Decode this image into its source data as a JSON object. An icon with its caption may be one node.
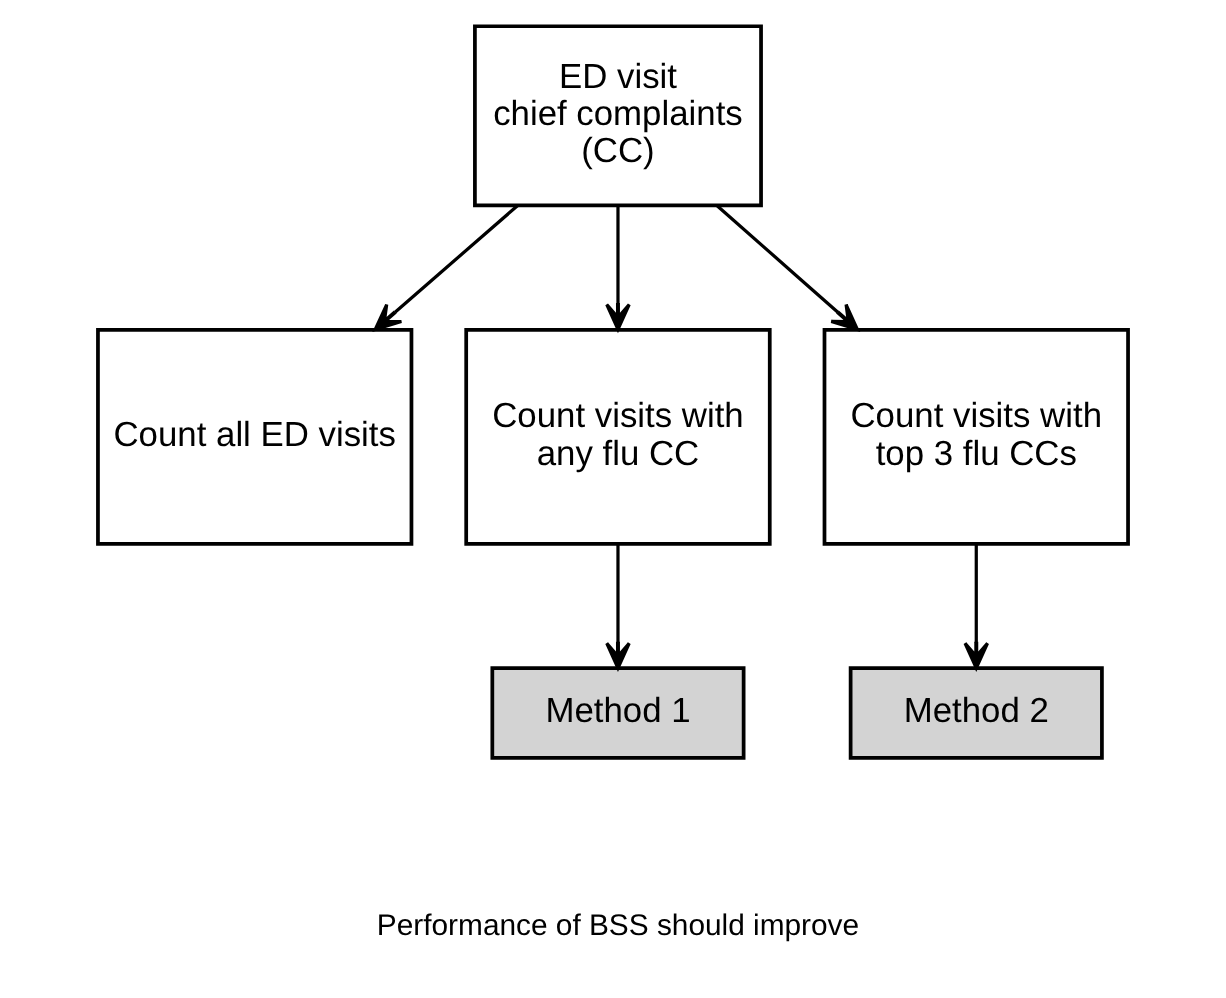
{
  "diagram": {
    "nodes": [
      {
        "text": [
          "ED visit chief complaints (CC)"
        ]
      },
      {
        "text": [
          "Count all ED visits"
        ]
      },
      {
        "text": [
          "Count visits with any flu CC"
        ]
      },
      {
        "text": [
          "Count visits with top 3 flu CCs"
        ]
      },
      {
        "text": [
          "Method 1"
        ]
      },
      {
        "text": [
          "Method 2"
        ]
      }
    ],
    "edges": [
      {
        "from": 0,
        "to": 1,
        "arrow": "to"
      },
      {
        "from": 0,
        "to": 2,
        "arrow": "to"
      },
      {
        "from": 0,
        "to": 3,
        "arrow": "to"
      },
      {
        "from": 2,
        "to": 4,
        "arrow": "to"
      },
      {
        "from": 3,
        "to": 5,
        "arrow": "to"
      }
    ],
    "labels": [
      "Performance of BSS should improve"
    ]
  }
}
